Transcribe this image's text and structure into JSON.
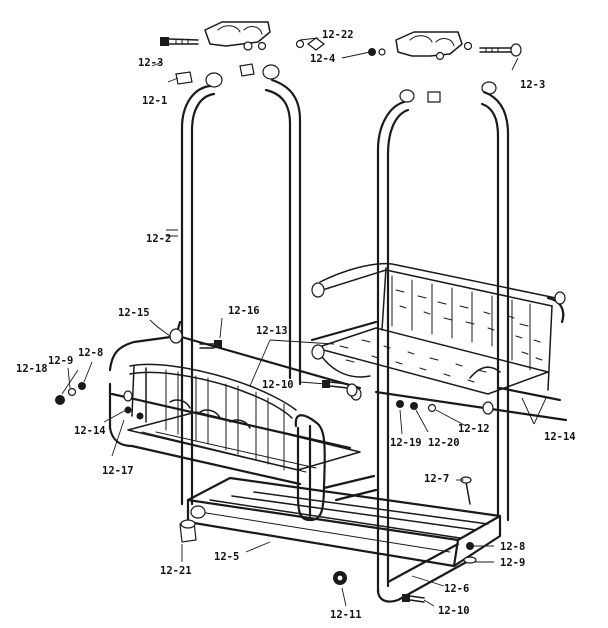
{
  "callouts": {
    "c12_22": "12-22",
    "c12_3_left": "12-3",
    "c12_4": "12-4",
    "c12_3_right": "12-3",
    "c12_1": "12-1",
    "c12_2": "12-2",
    "c12_15": "12-15",
    "c12_16": "12-16",
    "c12_13": "12-13",
    "c12_18": "12-18",
    "c12_9_left": "12-9",
    "c12_8_left": "12-8",
    "c12_10_mid": "12-10",
    "c12_14_left": "12-14",
    "c12_19": "12-19",
    "c12_20": "12-20",
    "c12_12": "12-12",
    "c12_14_right": "12-14",
    "c12_17": "12-17",
    "c12_7": "12-7",
    "c12_8_right": "12-8",
    "c12_9_right": "12-9",
    "c12_21": "12-21",
    "c12_5": "12-5",
    "c12_6": "12-6",
    "c12_11": "12-11",
    "c12_10_bottom": "12-10"
  }
}
